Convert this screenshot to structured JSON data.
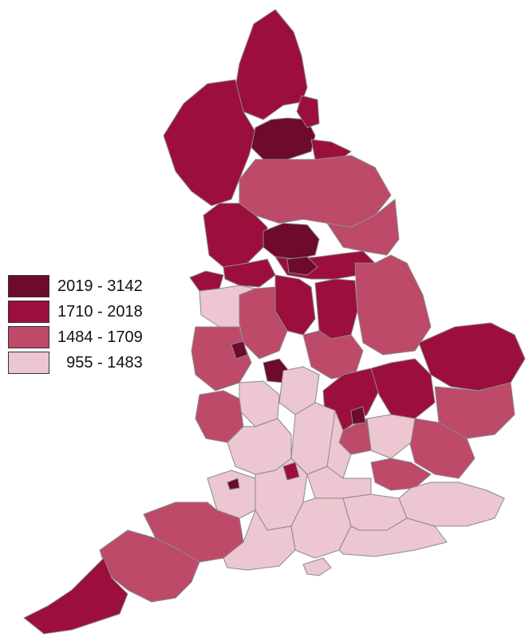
{
  "legend": {
    "items": [
      {
        "label": "2019 - 3142",
        "color": "#6d0a2e"
      },
      {
        "label": "1710 - 2018",
        "color": "#9c0f3d"
      },
      {
        "label": "1484 - 1709",
        "color": "#be4a6a"
      },
      {
        "label": "  955 - 1483",
        "color": "#ecc6d0"
      }
    ]
  },
  "colors": {
    "darkest": "#6d0a2e",
    "dark": "#9c0f3d",
    "medium": "#be4a6a",
    "light": "#ecc6d0",
    "border": "#8a8a8a"
  }
}
